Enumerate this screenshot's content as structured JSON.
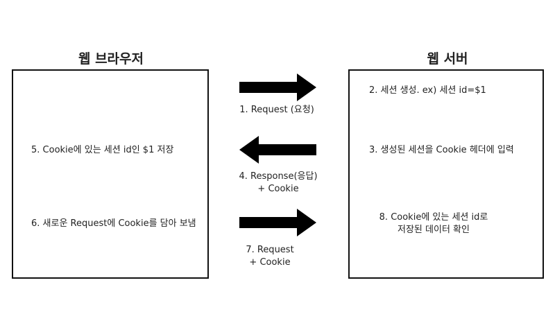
{
  "client": {
    "title": "웹 브라우저",
    "steps": {
      "s5": "5. Cookie에 있는 세션 id인 $1 저장",
      "s6": "6. 새로운 Request에 Cookie를 담아 보냄"
    }
  },
  "server": {
    "title": "웹 서버",
    "steps": {
      "s2": "2. 세션 생성. ex) 세션 id=$1",
      "s3": "3. 생성된 세션을 Cookie 헤더에 입력",
      "s8_line1": "8. Cookie에 있는 세션 id로",
      "s8_line2": "저장된 데이터 확인"
    }
  },
  "messages": {
    "m1": "1. Request (요청)",
    "m4_line1": "4. Response(응답)",
    "m4_line2": "+ Cookie",
    "m7_line1": "7. Request",
    "m7_line2": "+ Cookie"
  },
  "arrows": [
    {
      "name": "request-arrow",
      "direction": "right"
    },
    {
      "name": "response-arrow",
      "direction": "left"
    },
    {
      "name": "request-with-cookie-arrow",
      "direction": "right"
    }
  ],
  "colors": {
    "arrow": "#000000",
    "border": "#111111",
    "text": "#222222"
  }
}
